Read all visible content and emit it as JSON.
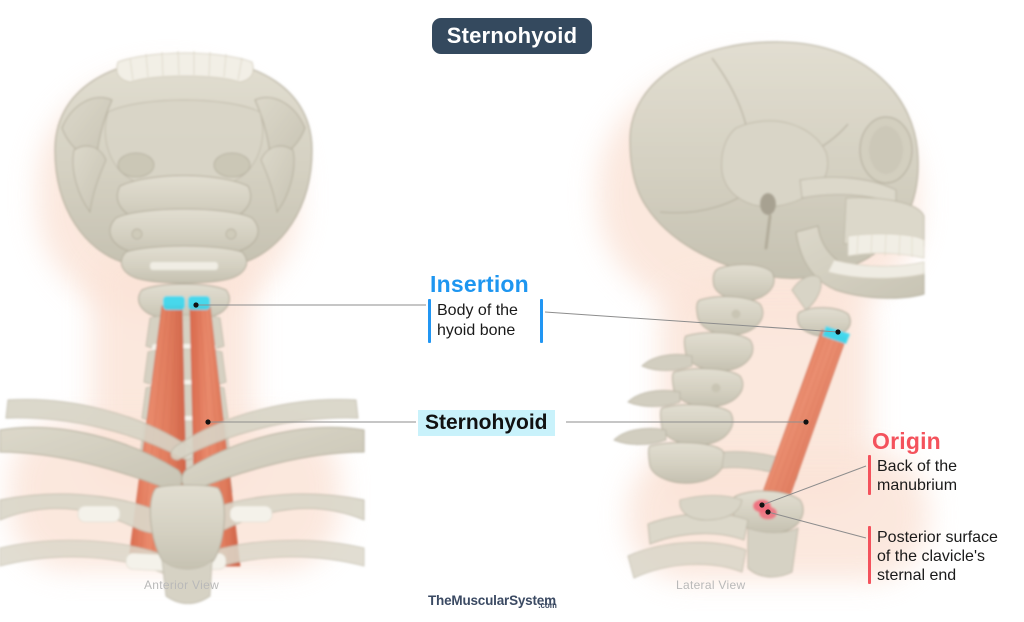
{
  "title": "Sternohyoid",
  "labels": {
    "insertion_heading": "Insertion",
    "insertion_text_line1": "Body of the",
    "insertion_text_line2": "hyoid bone",
    "muscle_name": "Sternohyoid",
    "origin_heading": "Origin",
    "origin_text_line1": "Back of the",
    "origin_text_line2": "manubrium",
    "origin2_text_line1": "Posterior surface",
    "origin2_text_line2": "of the clavicle's",
    "origin2_text_line3": "sternal end"
  },
  "views": {
    "left_caption": "Anterior View",
    "right_caption": "Lateral View"
  },
  "watermark": {
    "name": "TheMuscularSystem",
    "tld": ".com"
  },
  "colors": {
    "title_badge_bg": "#34495e",
    "insertion_blue": "#1e96f0",
    "origin_red": "#f4525c",
    "muscle_highlight": "#c9f2fb",
    "muscle_fill": "#e0775a",
    "bone_fill": "#d6d2c4",
    "skin_fill": "#fbe4d8",
    "insertion_marker": "#39d8ef",
    "origin_marker": "#f06a7a",
    "leader_line": "#8d8d8d",
    "caption_gray": "#b9b9b9"
  },
  "markers": {
    "insertion_anterior": "insertion-marker-anterior",
    "insertion_lateral": "insertion-marker-lateral",
    "origin_lateral_manubrium": "origin-marker-manubrium",
    "origin_lateral_clavicle": "origin-marker-clavicle"
  }
}
